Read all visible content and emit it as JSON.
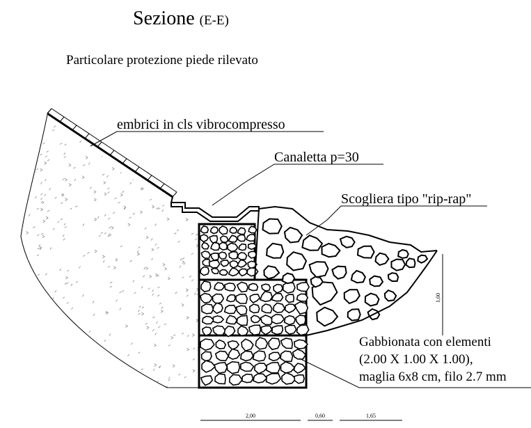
{
  "drawing": {
    "title": "Sezione",
    "title_suffix": "(E-E)",
    "subtitle": "Particolare protezione piede rilevato"
  },
  "labels": {
    "embrici": "embrici in cls vibrocompresso",
    "canaletta": "Canaletta p=30",
    "scogliera": "Scogliera  tipo \"rip-rap\"",
    "gabbionata_line1": "Gabbionata  con elementi",
    "gabbionata_line2": "(2.00 X 1.00 X 1.00),",
    "gabbionata_line3": "maglia 6x8 cm, filo 2.7 mm"
  },
  "dimensions": {
    "height": "1,60",
    "width_1": "2,00",
    "width_2": "0,60",
    "width_3": "1,65"
  }
}
